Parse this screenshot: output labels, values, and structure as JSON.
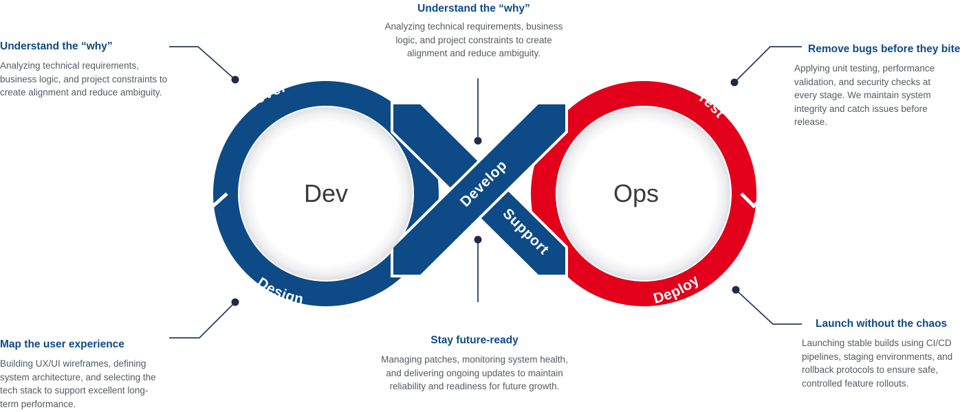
{
  "colors": {
    "dev_blue": "#0d4a86",
    "ops_red": "#e2001a",
    "connector": "#2a3a5c",
    "heading": "#0d4a86",
    "body_text": "#555a60"
  },
  "loop": {
    "left_core": "Dev",
    "right_core": "Ops",
    "stages": {
      "discover": "Discover",
      "design": "Design",
      "develop": "Develop",
      "support": "Support",
      "test": "Test",
      "deploy": "Deploy"
    }
  },
  "blocks": {
    "discover": {
      "title": "Understand the “why”",
      "text": "Analyzing technical requirements, business logic, and project constraints to create alignment and reduce ambiguity."
    },
    "develop": {
      "title": "Understand the “why”",
      "text": "Analyzing technical requirements, business logic, and project constraints to create alignment and reduce ambiguity."
    },
    "test": {
      "title": "Remove bugs before they bite",
      "text": "Applying unit testing, performance validation, and security checks at every stage. We maintain system integrity and catch issues before release."
    },
    "design": {
      "title": "Map the user experience",
      "text": "Building UX/UI wireframes, defining system architecture, and selecting the tech stack to support excellent long-term performance."
    },
    "support": {
      "title": "Stay future-ready",
      "text": "Managing patches, monitoring system health, and delivering ongoing updates to maintain reliability and readiness for future growth."
    },
    "deploy": {
      "title": "Launch without the chaos",
      "text": "Launching stable builds using CI/CD pipelines, staging environments, and rollback protocols to ensure safe, controlled feature rollouts."
    }
  }
}
